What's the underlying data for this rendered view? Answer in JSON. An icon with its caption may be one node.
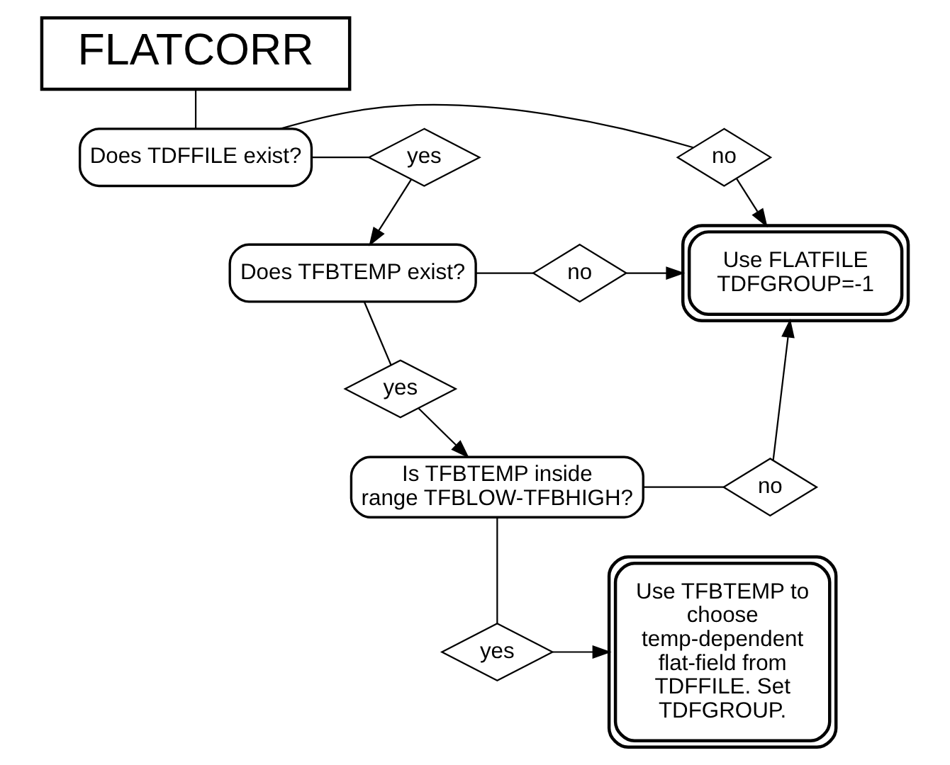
{
  "diagram": {
    "nodes": [
      {
        "text": [
          "FLATCORR"
        ]
      },
      {
        "text": [
          "Does TDFFILE exist?"
        ]
      },
      {
        "text": [
          "yes"
        ]
      },
      {
        "text": [
          "no"
        ]
      },
      {
        "text": [
          "Does TFBTEMP exist?"
        ]
      },
      {
        "text": [
          "no"
        ]
      },
      {
        "text": [
          "Use FLATFILE TDFGROUP=-1"
        ]
      },
      {
        "text": [
          "yes"
        ]
      },
      {
        "text": [
          "Is TFBTEMP inside range TFBLOW-TFBHIGH?"
        ]
      },
      {
        "text": [
          "no"
        ]
      },
      {
        "text": [
          "yes"
        ]
      },
      {
        "text": [
          "Use TFBTEMP to choose temp-dependent flat-field from TDFFILE. Set TDFGROUP."
        ]
      }
    ],
    "edges": [
      {
        "from": 0,
        "to": 1,
        "arrow": "none"
      },
      {
        "from": 1,
        "to": 2,
        "arrow": "none"
      },
      {
        "from": 2,
        "to": 4,
        "arrow": "to"
      },
      {
        "from": 1,
        "to": 3,
        "arrow": "none"
      },
      {
        "from": 3,
        "to": 6,
        "arrow": "to"
      },
      {
        "from": 4,
        "to": 5,
        "arrow": "none"
      },
      {
        "from": 5,
        "to": 6,
        "arrow": "to"
      },
      {
        "from": 4,
        "to": 7,
        "arrow": "none"
      },
      {
        "from": 7,
        "to": 8,
        "arrow": "to"
      },
      {
        "from": 8,
        "to": 9,
        "arrow": "none"
      },
      {
        "from": 9,
        "to": 6,
        "arrow": "to"
      },
      {
        "from": 8,
        "to": 10,
        "arrow": "none"
      },
      {
        "from": 10,
        "to": 11,
        "arrow": "to"
      }
    ]
  }
}
